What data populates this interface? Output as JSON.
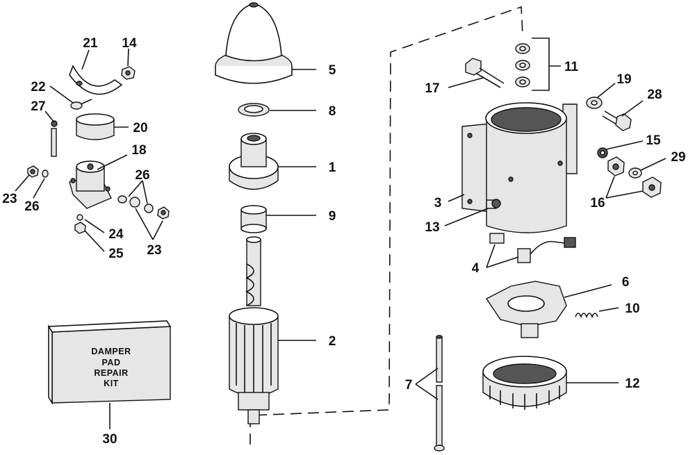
{
  "labels": {
    "1": "1",
    "2": "2",
    "3": "3",
    "4": "4",
    "5": "5",
    "6": "6",
    "7": "7",
    "8": "8",
    "9": "9",
    "10": "10",
    "11": "11",
    "12": "12",
    "13": "13",
    "14": "14",
    "15": "15",
    "16": "16",
    "17": "17",
    "18": "18",
    "19": "19",
    "20": "20",
    "21": "21",
    "22": "22",
    "23a": "23",
    "23b": "23",
    "24": "24",
    "25": "25",
    "26a": "26",
    "26b": "26",
    "27": "27",
    "28": "28",
    "29": "29",
    "30": "30"
  },
  "kit": {
    "line1": "DAMPER",
    "line2": "PAD",
    "line3": "REPAIR",
    "line4": "KIT"
  }
}
